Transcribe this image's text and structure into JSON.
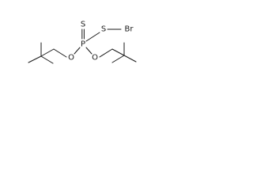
{
  "molecule": {
    "atoms": {
      "phosphorus": "P",
      "thione_sulfur": "S",
      "thioester_sulfur": "S",
      "bromine": "Br",
      "oxygen_left": "O",
      "oxygen_right": "O"
    }
  }
}
